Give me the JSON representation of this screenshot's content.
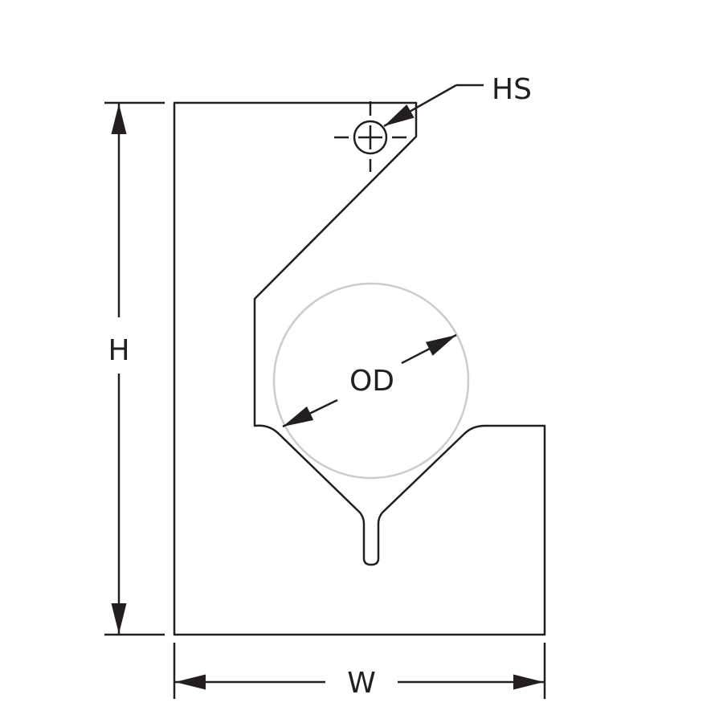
{
  "labels": {
    "height": "H",
    "width": "W",
    "outer_diameter": "OD",
    "hole_size": "HS"
  },
  "colors": {
    "line": "#231f20",
    "pipe_circle": "#cccccc"
  }
}
